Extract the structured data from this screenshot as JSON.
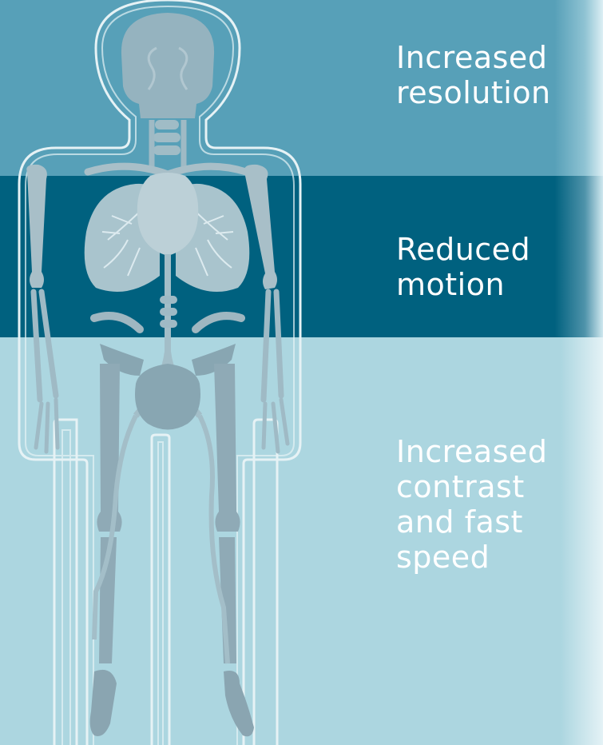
{
  "colors": {
    "band_top": "#57a0b8",
    "band_middle": "#00617f",
    "band_bottom": "#acd6e0",
    "edge_light": "#dceff4",
    "body_fill": "#95b3bf",
    "body_fill_dark": "#7f9ba8",
    "bone": "#a8bfc8",
    "outline": "#e6f2f5",
    "text": "#ffffff"
  },
  "labels": {
    "resolution": [
      "Increased",
      "resolution"
    ],
    "motion": [
      "Reduced",
      "motion"
    ],
    "contrast": [
      "Increased",
      "contrast",
      "and fast",
      "speed"
    ]
  },
  "icons": {
    "figure": "human-anatomy-silhouette"
  }
}
